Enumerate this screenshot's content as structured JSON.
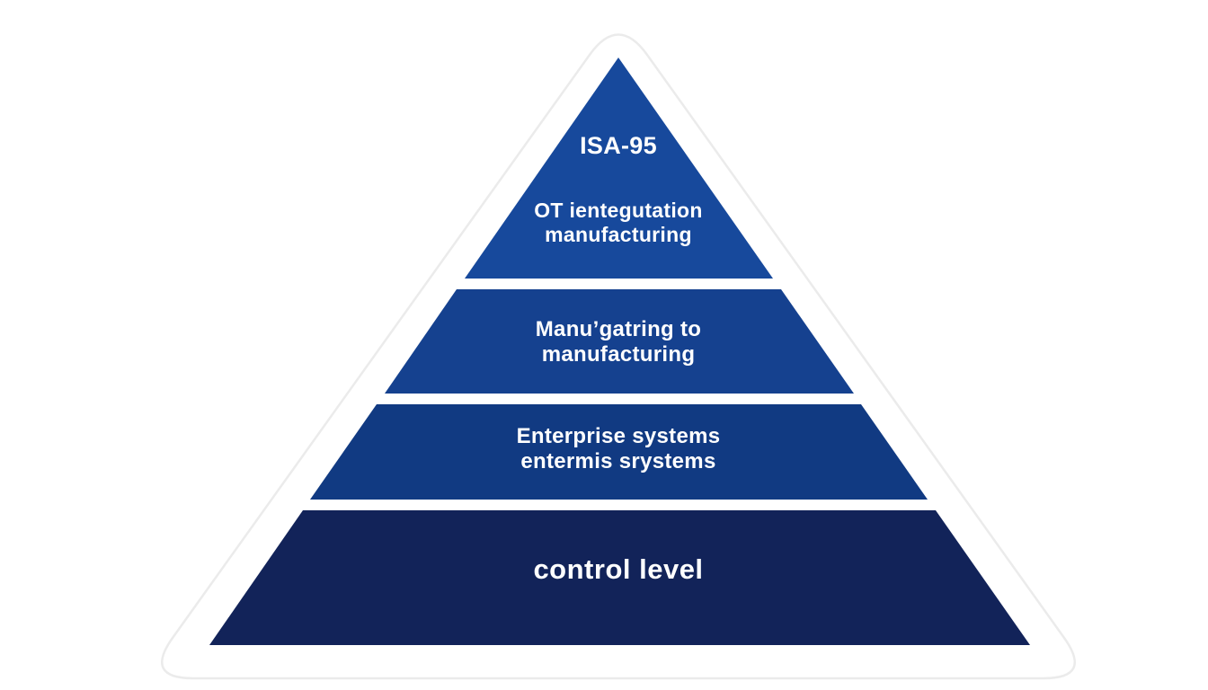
{
  "diagram": {
    "apex_title": "ISA-95",
    "background_color": "#ffffff",
    "card_outline_color": "#ebebeb",
    "card_fill_color": "#ffffff",
    "text_color": "#ffffff",
    "levels": [
      {
        "name": "level-1-top",
        "color": "#17499c",
        "line1": "OT ientegutation",
        "line2": "manufacturing"
      },
      {
        "name": "level-2",
        "color": "#15418f",
        "line1": "Manu’gatring to",
        "line2": "manufacturing"
      },
      {
        "name": "level-3",
        "color": "#113a82",
        "line1": "Enterprise systems",
        "line2": "entermis srystems"
      },
      {
        "name": "level-4-base",
        "color": "#122359",
        "line1": "control level",
        "line2": ""
      }
    ]
  }
}
